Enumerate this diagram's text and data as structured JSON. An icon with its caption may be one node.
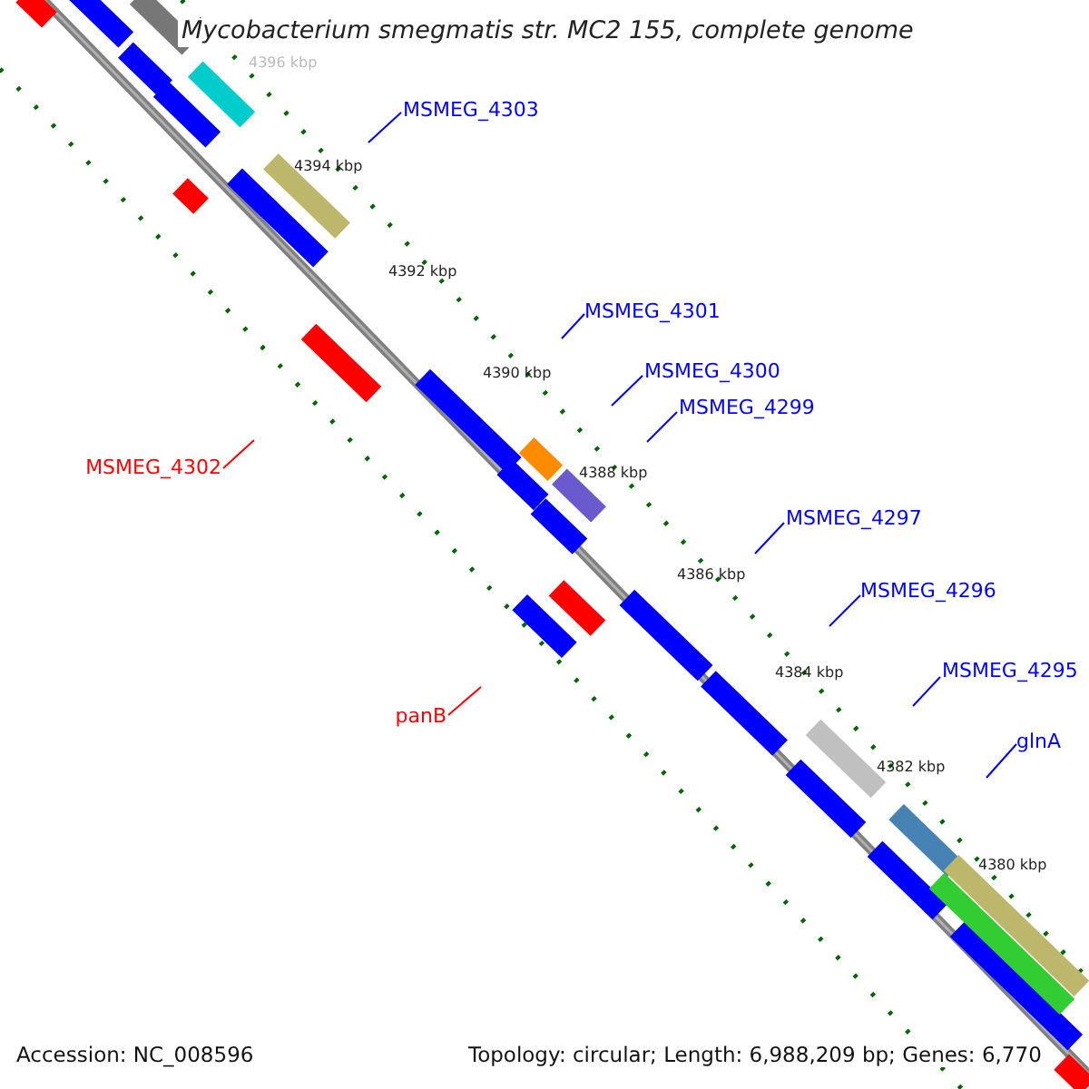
{
  "diagram": {
    "title": "Mycobacterium smegmatis str. MC2 155, complete genome",
    "nodes": [
      {
        "text": [
          "MSMEG_4303"
        ]
      },
      {
        "text": [
          "MSMEG_4301"
        ]
      },
      {
        "text": [
          "MSMEG_4300"
        ]
      },
      {
        "text": [
          "MSMEG_4299"
        ]
      },
      {
        "text": [
          "MSMEG_4297"
        ]
      },
      {
        "text": [
          "MSMEG_4296"
        ]
      },
      {
        "text": [
          "MSMEG_4295"
        ]
      },
      {
        "text": [
          "glnA"
        ]
      },
      {
        "text": [
          "MSMEG_4302"
        ]
      },
      {
        "text": [
          "panB"
        ]
      }
    ],
    "edges": [
      {
        "from": 0,
        "to": null,
        "arrow": "none"
      },
      {
        "from": 1,
        "to": null,
        "arrow": "none"
      },
      {
        "from": 2,
        "to": null,
        "arrow": "none"
      },
      {
        "from": 3,
        "to": null,
        "arrow": "none"
      },
      {
        "from": 4,
        "to": null,
        "arrow": "none"
      },
      {
        "from": 5,
        "to": null,
        "arrow": "none"
      },
      {
        "from": 6,
        "to": null,
        "arrow": "none"
      },
      {
        "from": 7,
        "to": null,
        "arrow": "none"
      },
      {
        "from": 8,
        "to": null,
        "arrow": "none",
        "color": "#ff0000"
      },
      {
        "from": 9,
        "to": null,
        "arrow": "none",
        "color": "#ff0000"
      }
    ],
    "labels": [
      "4396 kbp",
      "4394 kbp",
      "4392 kbp",
      "4390 kbp",
      "4388 kbp",
      "4386 kbp",
      "4384 kbp",
      "4382 kbp",
      "4380 kbp",
      "Accession: NC_008596",
      "Topology: circular; Length: 6,988,209 bp; Genes: 6,770"
    ]
  }
}
